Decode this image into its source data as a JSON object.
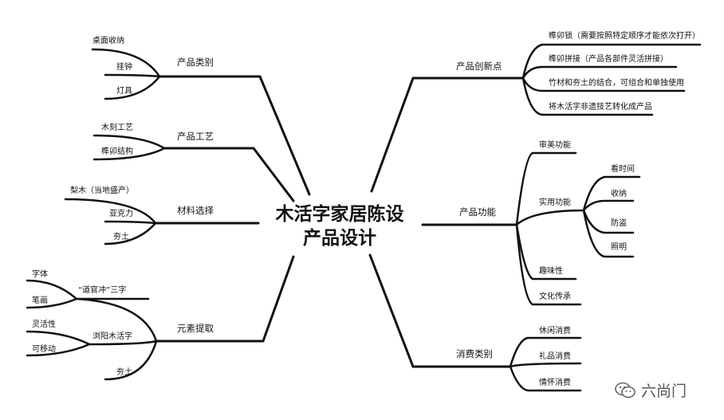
{
  "root": {
    "line1": "木活字家居陈设",
    "line2": "产品设计"
  },
  "left": {
    "product_category": {
      "title": "产品类别",
      "items": [
        "桌面收纳",
        "挂钟",
        "灯具"
      ]
    },
    "product_craft": {
      "title": "产品工艺",
      "items": [
        "木刻工艺",
        "榫卯结构"
      ]
    },
    "material": {
      "title": "材料选择",
      "items": [
        "梨木（当地盛产）",
        "亚克力",
        "夯土"
      ]
    },
    "elements": {
      "title": "元素提取",
      "daoguanchong": {
        "title": "“道官冲”三字",
        "items": [
          "字体",
          "笔画"
        ]
      },
      "liuyang": {
        "title": "浏阳木活字",
        "items": [
          "灵活性",
          "可移动"
        ]
      },
      "hangtu": "夯土"
    }
  },
  "right": {
    "innovation": {
      "title": "产品创新点",
      "items": [
        "榫卯锁（需要按照特定顺序才能依次打开）",
        "榫卯拼接（产品各部件灵活拼接）",
        "竹材和夯土的结合，可组合和单独使用",
        "将木活字非遗技艺转化成产品"
      ]
    },
    "function": {
      "title": "产品功能",
      "aesthetic": "审美功能",
      "practical": {
        "title": "实用功能",
        "items": [
          "看时间",
          "收纳",
          "防盗",
          "照明"
        ]
      },
      "fun": "趣味性",
      "culture": "文化传承"
    },
    "consumption": {
      "title": "消费类别",
      "items": [
        "休闲消费",
        "礼品消费",
        "情怀消费"
      ]
    }
  },
  "watermark": {
    "text": "六尚门",
    "icon": "wechat-icon"
  },
  "colors": {
    "line": "#111111",
    "text": "#111111"
  }
}
